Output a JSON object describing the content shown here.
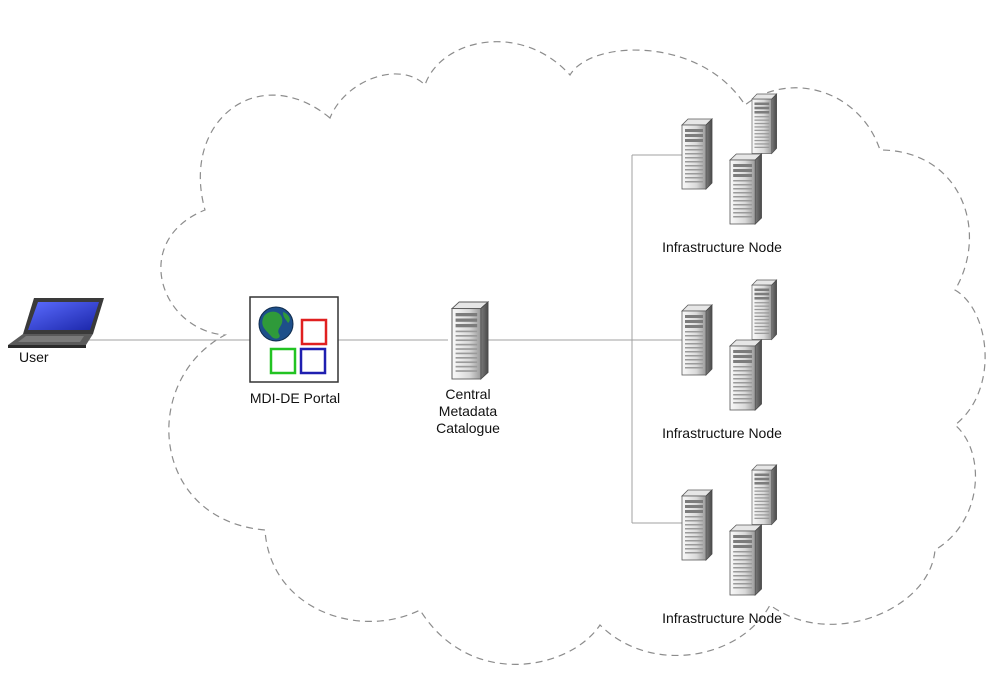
{
  "nodes": {
    "user": {
      "label": "User",
      "icon": "laptop-icon"
    },
    "portal": {
      "label": "MDI-DE Portal",
      "icon": "portal-window-icon"
    },
    "catalogue": {
      "label_lines": [
        "Central",
        "Metadata",
        "Catalogue"
      ],
      "icon": "server-tower-icon"
    },
    "infrastructure_nodes": [
      {
        "label": "Infrastructure Node",
        "icon": "server-cluster-icon"
      },
      {
        "label": "Infrastructure Node",
        "icon": "server-cluster-icon"
      },
      {
        "label": "Infrastructure Node",
        "icon": "server-cluster-icon"
      }
    ]
  },
  "colors": {
    "cloud_stroke": "#8c8c8c",
    "connector": "#a0a0a0",
    "server_light": "#f2f2f2",
    "server_dark": "#6e6e6e",
    "laptop_screen": "#2b3bd6",
    "laptop_body": "#404040",
    "portal_red": "#e02020",
    "portal_green": "#22c322",
    "portal_blue": "#1f1fb0",
    "globe_blue": "#1d4f8a",
    "globe_green": "#2f9a3a"
  }
}
